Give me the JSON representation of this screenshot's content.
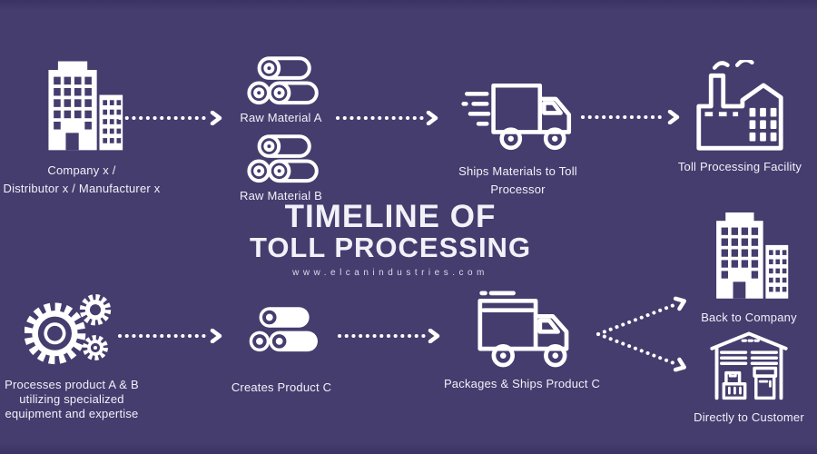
{
  "colors": {
    "background": "#443d6e",
    "edge_shade": "#3a3363",
    "icon_stroke": "#ffffff",
    "icon_cutout": "#443d6e",
    "label_text": "#f3f1f8",
    "website_text": "#ddd9ec"
  },
  "title": {
    "line1": "TIMELINE OF",
    "line2": "TOLL PROCESSING",
    "website": "www.elcanindustries.com"
  },
  "top_row": {
    "company": {
      "icon": "office-buildings-icon",
      "label_line1": "Company x /",
      "label_line2": "Distributor x / Manufacturer x"
    },
    "raw_material_a": {
      "icon": "material-rolls-outline-icon",
      "label": "Raw Material A"
    },
    "raw_material_b": {
      "icon": "material-rolls-outline-icon",
      "label": "Raw Material B"
    },
    "shipping": {
      "icon": "fast-delivery-truck-icon",
      "label": "Ships Materials to Toll Processor"
    },
    "facility": {
      "icon": "factory-icon",
      "label": "Toll Processing Facility"
    }
  },
  "bottom_row": {
    "processing": {
      "icon": "gears-icon",
      "label_line1": "Processes product A & B",
      "label_line2": "utilizing specialized",
      "label_line3": "equipment and expertise"
    },
    "product_c": {
      "icon": "material-rolls-filled-icon",
      "label": "Creates Product C"
    },
    "packaging": {
      "icon": "box-truck-icon",
      "label": "Packages & Ships Product C"
    },
    "back_to_company": {
      "icon": "office-buildings-icon",
      "label": "Back to Company"
    },
    "direct_customer": {
      "icon": "warehouse-boxes-icon",
      "label": "Directly to Customer"
    }
  }
}
